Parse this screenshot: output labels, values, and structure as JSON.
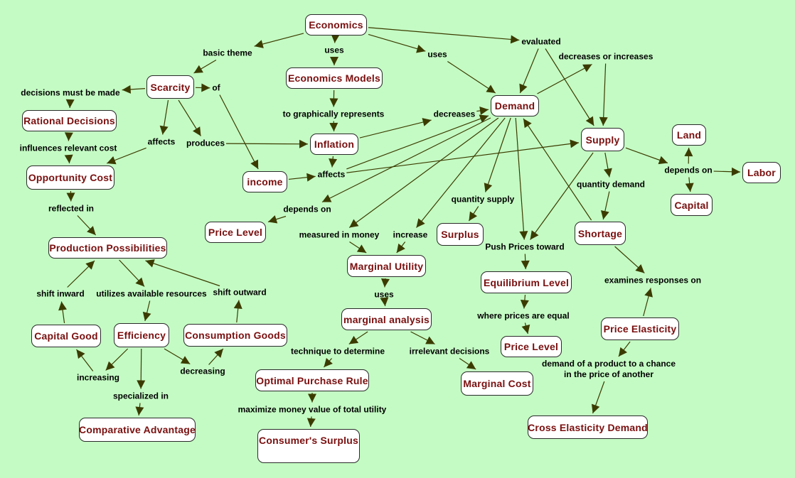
{
  "diagram": {
    "title": "Economics concept map",
    "colors": {
      "background": "#c4fbc4",
      "node_fill": "#ffffff",
      "node_text": "#7a0f0f",
      "link_text": "#000000",
      "arrow": "#3b3b00"
    },
    "nodes": [
      {
        "id": "economics",
        "label": "Economics"
      },
      {
        "id": "scarcity",
        "label": "Scarcity"
      },
      {
        "id": "economics_models",
        "label": "Economics Models"
      },
      {
        "id": "rational_decisions",
        "label": "Rational Decisions"
      },
      {
        "id": "opportunity_cost",
        "label": "Opportunity Cost"
      },
      {
        "id": "inflation",
        "label": "Inflation"
      },
      {
        "id": "income",
        "label": "income"
      },
      {
        "id": "demand",
        "label": "Demand"
      },
      {
        "id": "supply",
        "label": "Supply"
      },
      {
        "id": "land",
        "label": "Land"
      },
      {
        "id": "labor",
        "label": "Labor"
      },
      {
        "id": "capital",
        "label": "Capital"
      },
      {
        "id": "price_level_1",
        "label": "Price Level"
      },
      {
        "id": "production_possibilities",
        "label": "Production Possibilities"
      },
      {
        "id": "surplus",
        "label": "Surplus"
      },
      {
        "id": "shortage",
        "label": "Shortage"
      },
      {
        "id": "marginal_utility",
        "label": "Marginal Utility"
      },
      {
        "id": "equilibrium_level",
        "label": "Equilibrium Level"
      },
      {
        "id": "marginal_analysis",
        "label": "marginal analysis"
      },
      {
        "id": "capital_good",
        "label": "Capital Good"
      },
      {
        "id": "efficiency",
        "label": "Efficiency"
      },
      {
        "id": "consumption_goods",
        "label": "Consumption Goods"
      },
      {
        "id": "price_level_2",
        "label": "Price Level"
      },
      {
        "id": "price_elasticity",
        "label": "Price Elasticity"
      },
      {
        "id": "optimal_purchase_rule",
        "label": "Optimal Purchase Rule"
      },
      {
        "id": "marginal_cost",
        "label": "Marginal Cost"
      },
      {
        "id": "comparative_advantage",
        "label": "Comparative Advantage"
      },
      {
        "id": "consumers_surplus",
        "label": "Consumer's Surplus"
      },
      {
        "id": "cross_elasticity_demand",
        "label": "Cross Elasticity Demand"
      }
    ],
    "links": [
      {
        "id": "basic_theme",
        "label": "basic theme"
      },
      {
        "id": "uses_1",
        "label": "uses"
      },
      {
        "id": "uses_2",
        "label": "uses"
      },
      {
        "id": "evaluated",
        "label": "evaluated"
      },
      {
        "id": "decreases_or_increases",
        "label": "decreases or increases"
      },
      {
        "id": "decisions_must_be_made",
        "label": "decisions must be made"
      },
      {
        "id": "of",
        "label": "of"
      },
      {
        "id": "to_graphically_represents",
        "label": "to graphically represents"
      },
      {
        "id": "decreases",
        "label": "decreases"
      },
      {
        "id": "influences_relevant_cost",
        "label": "influences relevant cost"
      },
      {
        "id": "affects_1",
        "label": "affects"
      },
      {
        "id": "produces",
        "label": "produces"
      },
      {
        "id": "affects_2",
        "label": "affects"
      },
      {
        "id": "depends_on_1",
        "label": "depends on"
      },
      {
        "id": "depends_on_2",
        "label": "depends on"
      },
      {
        "id": "quantity_demand",
        "label": "quantity demand"
      },
      {
        "id": "quantity_supply",
        "label": "quantity supply"
      },
      {
        "id": "reflected_in",
        "label": "reflected in"
      },
      {
        "id": "measured_in_money",
        "label": "measured in money"
      },
      {
        "id": "increase",
        "label": "increase"
      },
      {
        "id": "push_prices_toward",
        "label": "Push Prices toward"
      },
      {
        "id": "examines_responses_on",
        "label": "examines responses on"
      },
      {
        "id": "shift_inward",
        "label": "shift inward"
      },
      {
        "id": "utilizes_available_resources",
        "label": "utilizes available resources"
      },
      {
        "id": "shift_outward",
        "label": "shift outward"
      },
      {
        "id": "uses_3",
        "label": "uses"
      },
      {
        "id": "where_prices_are_equal",
        "label": "where prices are equal"
      },
      {
        "id": "technique_to_determine",
        "label": "technique to determine"
      },
      {
        "id": "irrelevant_decisions",
        "label": "irrelevant decisions"
      },
      {
        "id": "demand_of_a_product",
        "label": "demand of a product to a chance\nin the price of another"
      },
      {
        "id": "increasing",
        "label": "increasing"
      },
      {
        "id": "decreasing",
        "label": "decreasing"
      },
      {
        "id": "specialized_in",
        "label": "specialized in"
      },
      {
        "id": "maximize_money_value",
        "label": "maximize money value of total utility"
      }
    ],
    "connections": [
      [
        "economics",
        "basic_theme"
      ],
      [
        "basic_theme",
        "scarcity"
      ],
      [
        "economics",
        "uses_1"
      ],
      [
        "uses_1",
        "economics_models"
      ],
      [
        "economics",
        "uses_2"
      ],
      [
        "uses_2",
        "demand"
      ],
      [
        "economics",
        "evaluated"
      ],
      [
        "evaluated",
        "demand"
      ],
      [
        "evaluated",
        "supply"
      ],
      [
        "demand",
        "decreases_or_increases"
      ],
      [
        "decreases_or_increases",
        "supply"
      ],
      [
        "scarcity",
        "decisions_must_be_made"
      ],
      [
        "decisions_must_be_made",
        "rational_decisions"
      ],
      [
        "scarcity",
        "of"
      ],
      [
        "of",
        "income"
      ],
      [
        "scarcity",
        "affects_1"
      ],
      [
        "affects_1",
        "opportunity_cost"
      ],
      [
        "scarcity",
        "produces"
      ],
      [
        "produces",
        "inflation"
      ],
      [
        "economics_models",
        "to_graphically_represents"
      ],
      [
        "to_graphically_represents",
        "inflation"
      ],
      [
        "inflation",
        "decreases"
      ],
      [
        "decreases",
        "demand"
      ],
      [
        "rational_decisions",
        "influences_relevant_cost"
      ],
      [
        "influences_relevant_cost",
        "opportunity_cost"
      ],
      [
        "inflation",
        "affects_2"
      ],
      [
        "income",
        "affects_2"
      ],
      [
        "affects_2",
        "demand"
      ],
      [
        "affects_2",
        "supply"
      ],
      [
        "demand",
        "depends_on_1"
      ],
      [
        "depends_on_1",
        "price_level_1"
      ],
      [
        "supply",
        "depends_on_2"
      ],
      [
        "depends_on_2",
        "land"
      ],
      [
        "depends_on_2",
        "labor"
      ],
      [
        "depends_on_2",
        "capital"
      ],
      [
        "supply",
        "quantity_demand"
      ],
      [
        "quantity_demand",
        "shortage"
      ],
      [
        "demand",
        "quantity_supply"
      ],
      [
        "quantity_supply",
        "surplus"
      ],
      [
        "opportunity_cost",
        "reflected_in"
      ],
      [
        "reflected_in",
        "production_possibilities"
      ],
      [
        "demand",
        "measured_in_money"
      ],
      [
        "measured_in_money",
        "marginal_utility"
      ],
      [
        "demand",
        "increase"
      ],
      [
        "increase",
        "marginal_utility"
      ],
      [
        "demand",
        "push_prices_toward"
      ],
      [
        "supply",
        "push_prices_toward"
      ],
      [
        "push_prices_toward",
        "equilibrium_level"
      ],
      [
        "shortage",
        "demand"
      ],
      [
        "shortage",
        "examines_responses_on"
      ],
      [
        "price_elasticity",
        "examines_responses_on"
      ],
      [
        "capital_good",
        "shift_inward"
      ],
      [
        "shift_inward",
        "production_possibilities"
      ],
      [
        "production_possibilities",
        "utilizes_available_resources"
      ],
      [
        "utilizes_available_resources",
        "efficiency"
      ],
      [
        "consumption_goods",
        "shift_outward"
      ],
      [
        "shift_outward",
        "production_possibilities"
      ],
      [
        "marginal_utility",
        "uses_3"
      ],
      [
        "uses_3",
        "marginal_analysis"
      ],
      [
        "equilibrium_level",
        "where_prices_are_equal"
      ],
      [
        "where_prices_are_equal",
        "price_level_2"
      ],
      [
        "marginal_analysis",
        "technique_to_determine"
      ],
      [
        "technique_to_determine",
        "optimal_purchase_rule"
      ],
      [
        "marginal_analysis",
        "irrelevant_decisions"
      ],
      [
        "irrelevant_decisions",
        "marginal_cost"
      ],
      [
        "price_elasticity",
        "demand_of_a_product"
      ],
      [
        "demand_of_a_product",
        "cross_elasticity_demand"
      ],
      [
        "efficiency",
        "increasing"
      ],
      [
        "increasing",
        "capital_good"
      ],
      [
        "efficiency",
        "decreasing"
      ],
      [
        "decreasing",
        "consumption_goods"
      ],
      [
        "efficiency",
        "specialized_in"
      ],
      [
        "specialized_in",
        "comparative_advantage"
      ],
      [
        "optimal_purchase_rule",
        "maximize_money_value"
      ],
      [
        "maximize_money_value",
        "consumers_surplus"
      ]
    ]
  }
}
